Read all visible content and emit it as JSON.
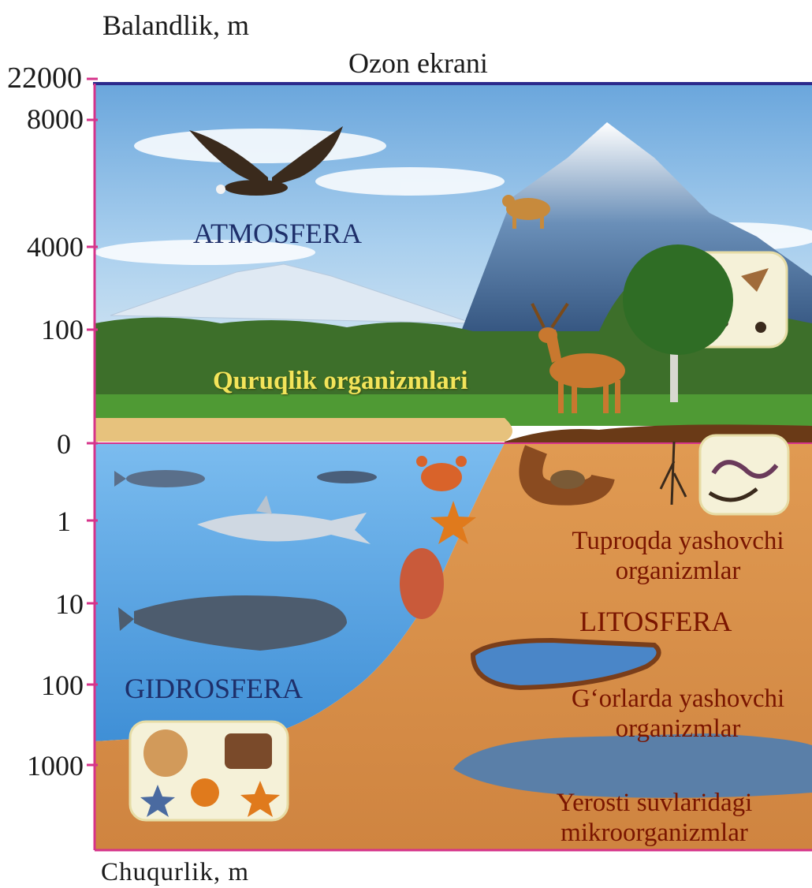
{
  "axis": {
    "top_label": "Balandlik, m",
    "bottom_label": "Chuqurlik, m",
    "altitude_ticks": [
      "22000",
      "8000",
      "4000",
      "100",
      "0"
    ],
    "depth_ticks": [
      "1",
      "10",
      "100",
      "1000"
    ]
  },
  "layers": {
    "ozone": "Ozon ekrani",
    "atmosphere": "ATMOSFERA",
    "land_organisms": "Quruqlik organizmlari",
    "hydrosphere": "GIDROSFERA",
    "lithosphere": "LITOSFERA",
    "soil_organisms": "Tuproqda yashovchi organizmlar",
    "cave_organisms": "G‘orlarda yashovchi organizmlar",
    "groundwater_microbes": "Yerosti suvlaridagi mikroorganizmlar"
  },
  "icons": [
    "eagle-icon",
    "mountain-goat-icon",
    "deer-icon",
    "insects-icon",
    "worms-icon",
    "fish-icon",
    "shark-icon",
    "whale-icon",
    "crab-icon",
    "starfish-icon",
    "coral-icon",
    "seafloor-shells-icon",
    "mole-burrow-icon"
  ],
  "colors": {
    "ozone_line": "#2b2a8c",
    "sky": "#7fb7e6",
    "water": "#5aa3df",
    "soil": "#d9904a",
    "grass": "#3f8a2c",
    "axis_line": "#d6338a"
  }
}
